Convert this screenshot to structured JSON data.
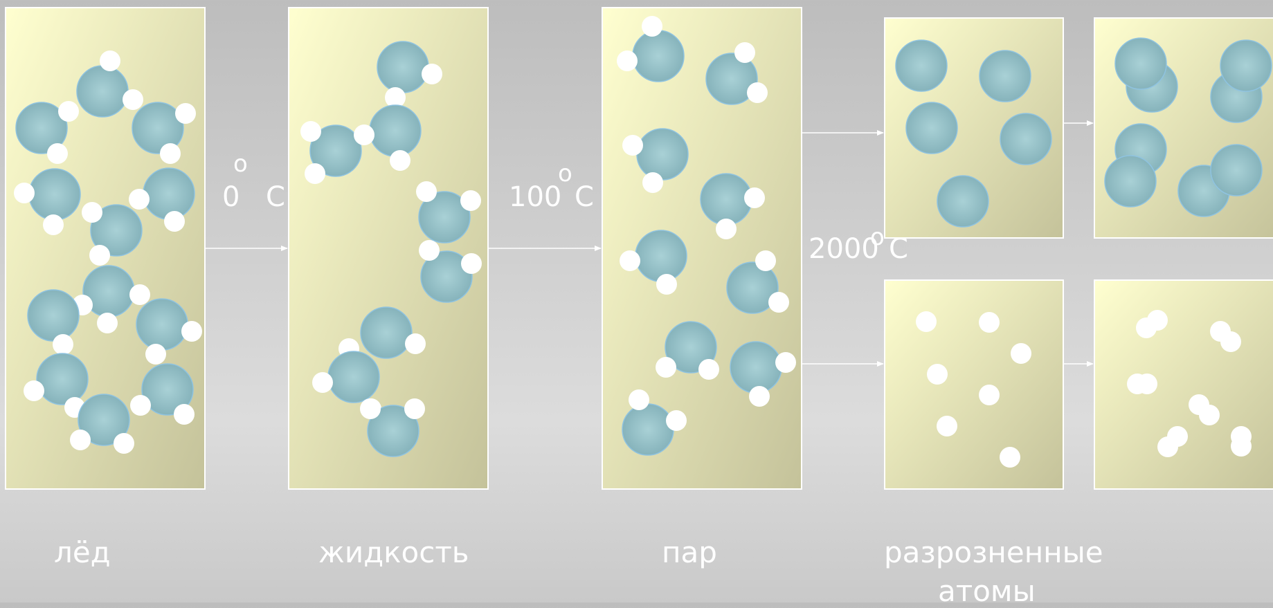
{
  "labels": {
    "ice": "лёд",
    "liquid": "жидкость",
    "vapor": "пар",
    "atoms_line1": "разрозненные",
    "atoms_line2": "атомы"
  },
  "temperatures": {
    "melt_value": "0",
    "melt_degree": "o",
    "melt_unit": "C",
    "boil_value": "100",
    "boil_degree": "o",
    "boil_unit": "C",
    "dissoc_value": "2000",
    "dissoc_degree": "o",
    "dissoc_unit": "C"
  },
  "colors": {
    "panel_top_left": "#ffffd0",
    "panel_bottom_right": "#c4c29a",
    "oxygen": "#86b3bb",
    "oxygen_highlight": "#a9d1d6",
    "oxygen_border": "#8fc3e0",
    "hydrogen": "#ffffff",
    "arrow": "#ffffff"
  }
}
